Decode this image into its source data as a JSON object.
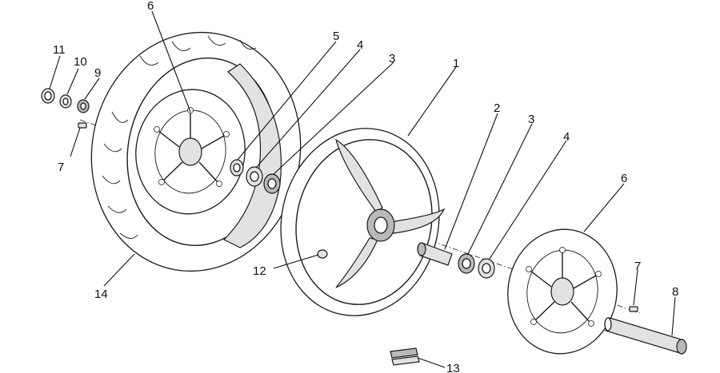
{
  "callouts": [
    {
      "id": "tire",
      "label": "14"
    },
    {
      "id": "disc-left",
      "label": "6"
    },
    {
      "id": "bolt-left",
      "label": "7"
    },
    {
      "id": "cap",
      "label": "11"
    },
    {
      "id": "nut",
      "label": "10"
    },
    {
      "id": "washer-left",
      "label": "9"
    },
    {
      "id": "seal-left",
      "label": "5"
    },
    {
      "id": "bearing-left",
      "label": "4"
    },
    {
      "id": "spacer-left",
      "label": "3"
    },
    {
      "id": "rim",
      "label": "1"
    },
    {
      "id": "valve",
      "label": "12"
    },
    {
      "id": "sleeve",
      "label": "2"
    },
    {
      "id": "spacer-right",
      "label": "3"
    },
    {
      "id": "bearing-right",
      "label": "4"
    },
    {
      "id": "disc-right",
      "label": "6"
    },
    {
      "id": "bolt-right",
      "label": "7"
    },
    {
      "id": "axle",
      "label": "8"
    },
    {
      "id": "weights",
      "label": "13"
    }
  ]
}
